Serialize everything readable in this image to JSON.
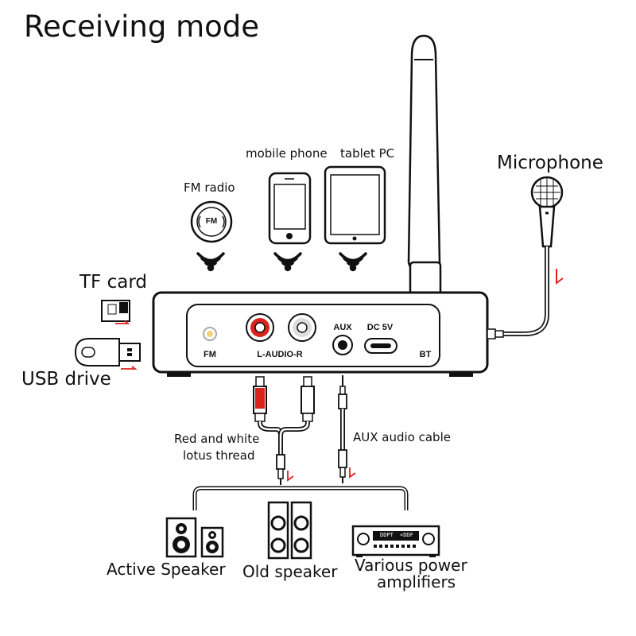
{
  "title": "Receiving mode",
  "sources": {
    "fm_radio": "FM radio",
    "fm_badge": "FM",
    "mobile_phone": "mobile phone",
    "tablet_pc": "tablet PC",
    "microphone": "Microphone",
    "tf_card": "TF card",
    "usb_drive": "USB drive"
  },
  "device_ports": {
    "fm": "FM",
    "l_audio_r": "L-AUDIO-R",
    "aux": "AUX",
    "dc_5v": "DC 5V",
    "bt": "BT"
  },
  "cables": {
    "red_white": [
      "Red and white",
      "lotus thread"
    ],
    "aux": "AUX audio cable"
  },
  "outputs": {
    "active_speaker": "Active Speaker",
    "old_speaker": "Old speaker",
    "amplifiers": [
      "Various power",
      "amplifiers"
    ],
    "amp_display_left": "DDPT",
    "amp_display_right": "<DDF"
  },
  "colors": {
    "line": "#111111",
    "rca_red": "#d9241c",
    "signal_red": "#e02020",
    "fm_jack": "#f3d27a",
    "device_grey": "#e6e6e6"
  }
}
